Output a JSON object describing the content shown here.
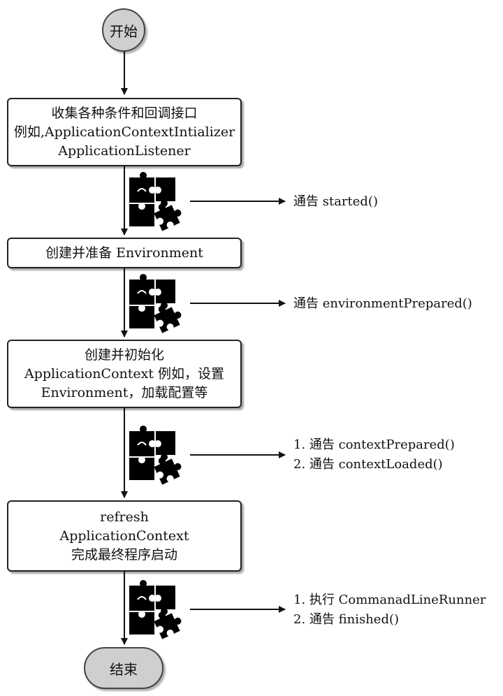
{
  "start": {
    "label": "开始"
  },
  "end": {
    "label": "结束"
  },
  "steps": [
    {
      "lines": [
        "收集各种条件和回调接口",
        "例如,ApplicationContextIntializer",
        "ApplicationListener"
      ]
    },
    {
      "lines": [
        "创建并准备 Environment"
      ]
    },
    {
      "lines": [
        "创建并初始化",
        "ApplicationContext 例如，设置",
        "Environment，加载配置等"
      ]
    },
    {
      "lines": [
        "refresh",
        "ApplicationContext",
        "完成最终程序启动"
      ]
    }
  ],
  "events": [
    {
      "icon": "puzzle-icon",
      "lines": [
        "通告 started()"
      ]
    },
    {
      "icon": "puzzle-icon",
      "lines": [
        "通告 environmentPrepared()"
      ]
    },
    {
      "icon": "puzzle-icon",
      "lines": [
        "1. 通告 contextPrepared()",
        "2. 通告 contextLoaded()"
      ]
    },
    {
      "icon": "puzzle-icon",
      "lines": [
        "1. 执行 CommanadLineRunner",
        "2. 通告 finished()"
      ]
    }
  ]
}
